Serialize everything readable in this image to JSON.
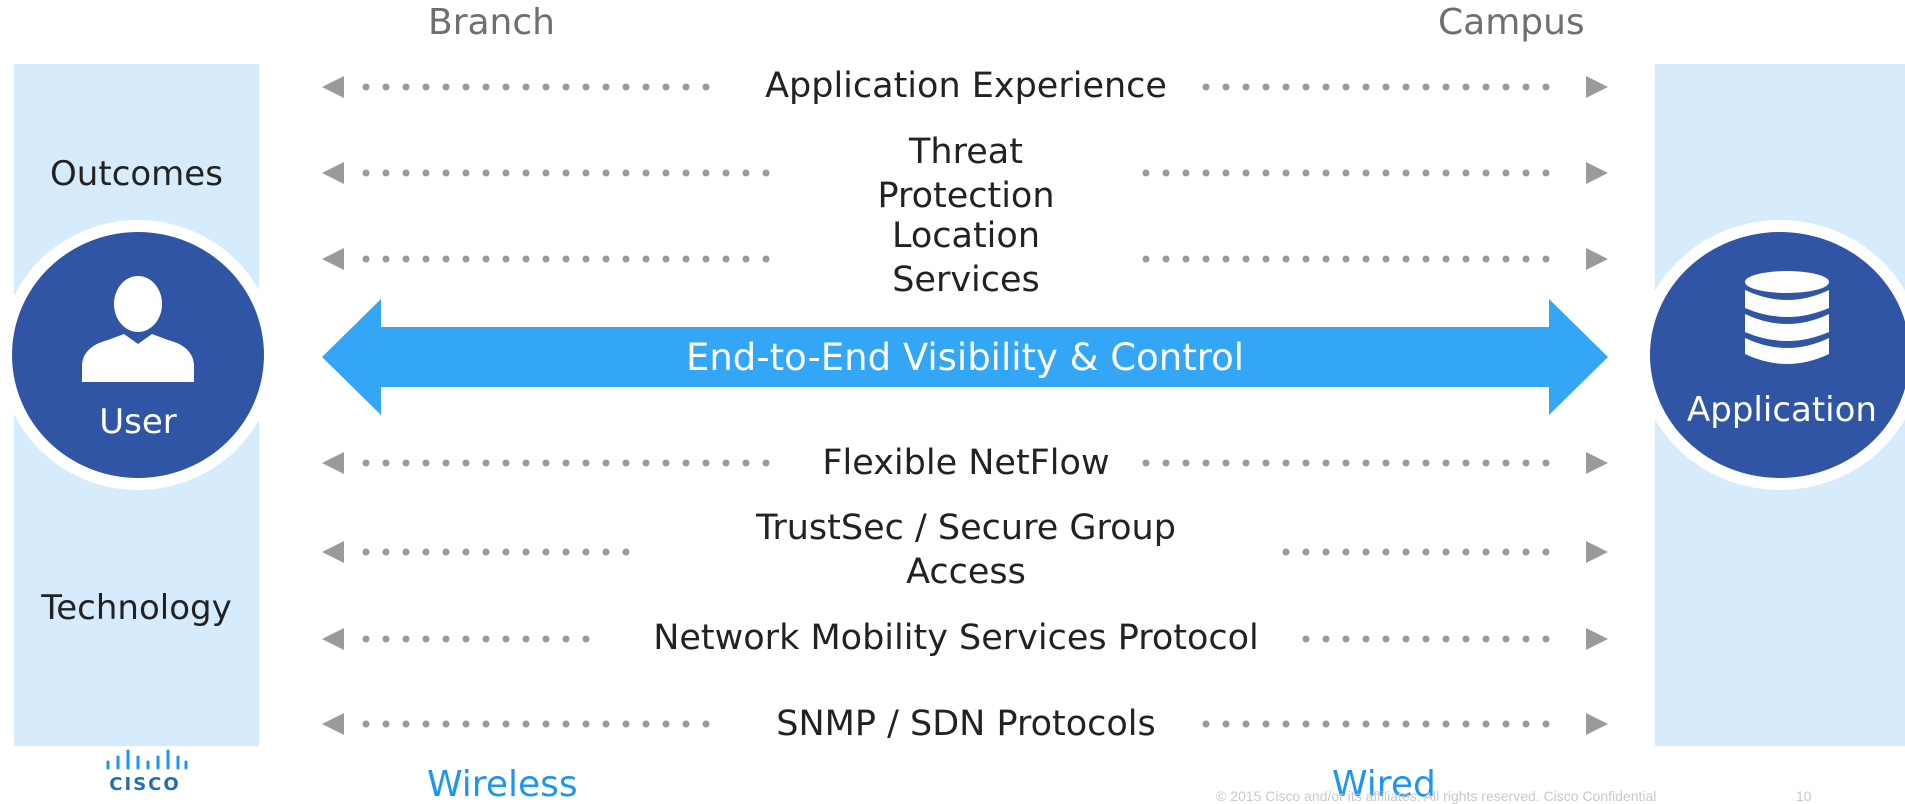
{
  "header": {
    "left_column": "Branch",
    "right_column": "Campus"
  },
  "side": {
    "outcomes": "Outcomes",
    "technology": "Technology"
  },
  "endpoints": {
    "user": "User",
    "application": "Application"
  },
  "outcomes": [
    "Application Experience",
    "Threat\nProtection",
    "Location\nServices"
  ],
  "center_arrow": "End-to-End Visibility & Control",
  "technologies": [
    "Flexible NetFlow",
    "TrustSec / Secure Group\nAccess",
    "Network Mobility Services Protocol",
    "SNMP / SDN Protocols"
  ],
  "bottom": {
    "left": "Wireless",
    "right": "Wired"
  },
  "footer": {
    "copyright": "© 2015 Cisco and/or its affiliates. All rights reserved. Cisco Confidential",
    "page_number": "10"
  },
  "logo": {
    "text": "CISCO"
  },
  "colors": {
    "band": "#d6ecfc",
    "circle": "#2f55a4",
    "arrow": "#33a6f5",
    "dots": "#9a9a9a",
    "accent_text": "#1e96f0"
  }
}
